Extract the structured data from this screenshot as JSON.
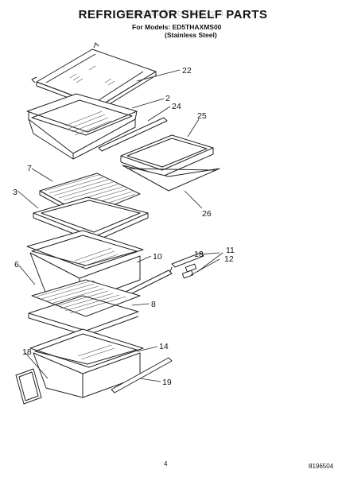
{
  "title": "REFRIGERATOR SHELF PARTS",
  "watermark": "Appliance Parts Pros.com",
  "models_line": "For Models: ED5THAXMS00",
  "models_variant": "(Stainless Steel)",
  "callouts": {
    "c22": "22",
    "c2": "2",
    "c24": "24",
    "c25": "25",
    "c26": "26",
    "c7": "7",
    "c3": "3",
    "c10": "10",
    "c13": "13",
    "c11": "11",
    "c12": "12",
    "c6": "6",
    "c8": "8",
    "c14": "14",
    "c18": "18",
    "c19": "19"
  },
  "page_number": "4",
  "doc_number": "8196504"
}
